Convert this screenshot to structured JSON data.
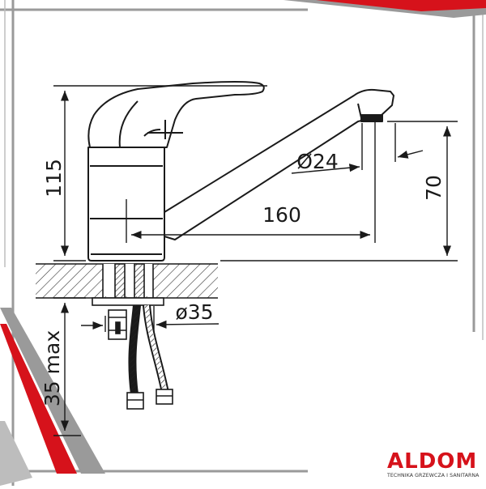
{
  "dimensions": {
    "height_total": "115",
    "spout_reach": "160",
    "spout_diameter": "Ø24",
    "spout_height": "70",
    "base_diameter": "ø35",
    "mount_thickness": "35 max"
  },
  "brand": {
    "name": "ALDOM",
    "tagline": "TECHNIKA GRZEWCZA I SANITARNA"
  },
  "colors": {
    "frame_red": "#d6121b",
    "frame_grey": "#9a9a9a",
    "line": "#1a1a1a"
  }
}
